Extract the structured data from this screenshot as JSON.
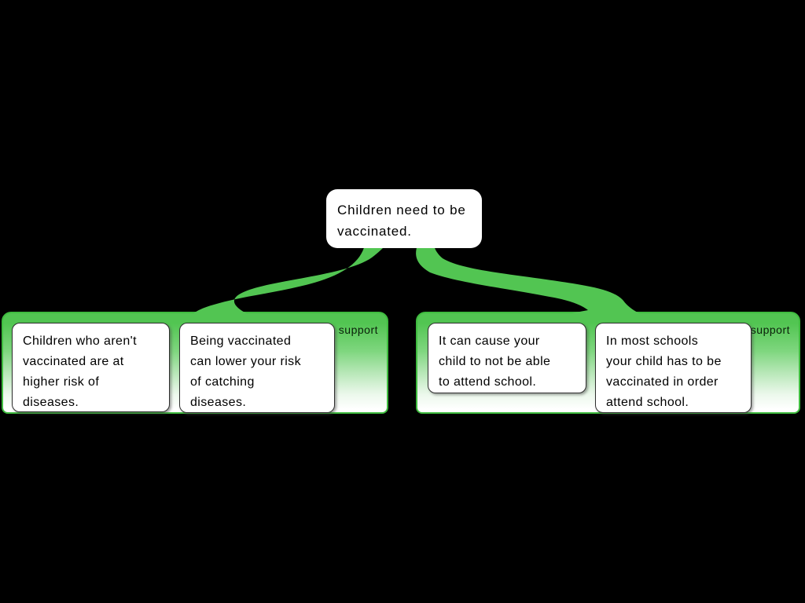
{
  "canvas": {
    "background": "#000000"
  },
  "palette": {
    "support_green": "#52c552",
    "group_border_green": "#3fbc3f",
    "box_border": "#2e2e2e",
    "box_fill": "#ffffff",
    "text_color": "#000000"
  },
  "root_claim": {
    "text": "Children need to be vaccinated.",
    "lines": [
      "Children need to be",
      "vaccinated."
    ]
  },
  "groups": [
    {
      "relation_label": "support",
      "reasons": [
        {
          "text": "Children who aren't vaccinated are at higher risk of diseases.",
          "lines": [
            "Children who aren't",
            "vaccinated are at",
            "higher risk of",
            "diseases."
          ]
        },
        {
          "text": "Being vaccinated can lower your risk of catching diseases.",
          "lines": [
            "Being vaccinated",
            "can lower your risk",
            "of catching",
            "diseases."
          ]
        }
      ]
    },
    {
      "relation_label": "support",
      "reasons": [
        {
          "text": "It can cause your child to not be able to attend school.",
          "lines": [
            "It can cause your",
            "child to not be able",
            "to attend school."
          ]
        },
        {
          "text": "In most schools your child has to be vaccinated in order attend school.",
          "lines": [
            "In most schools",
            "your child has to be",
            "vaccinated in order",
            "attend school."
          ]
        }
      ]
    }
  ]
}
